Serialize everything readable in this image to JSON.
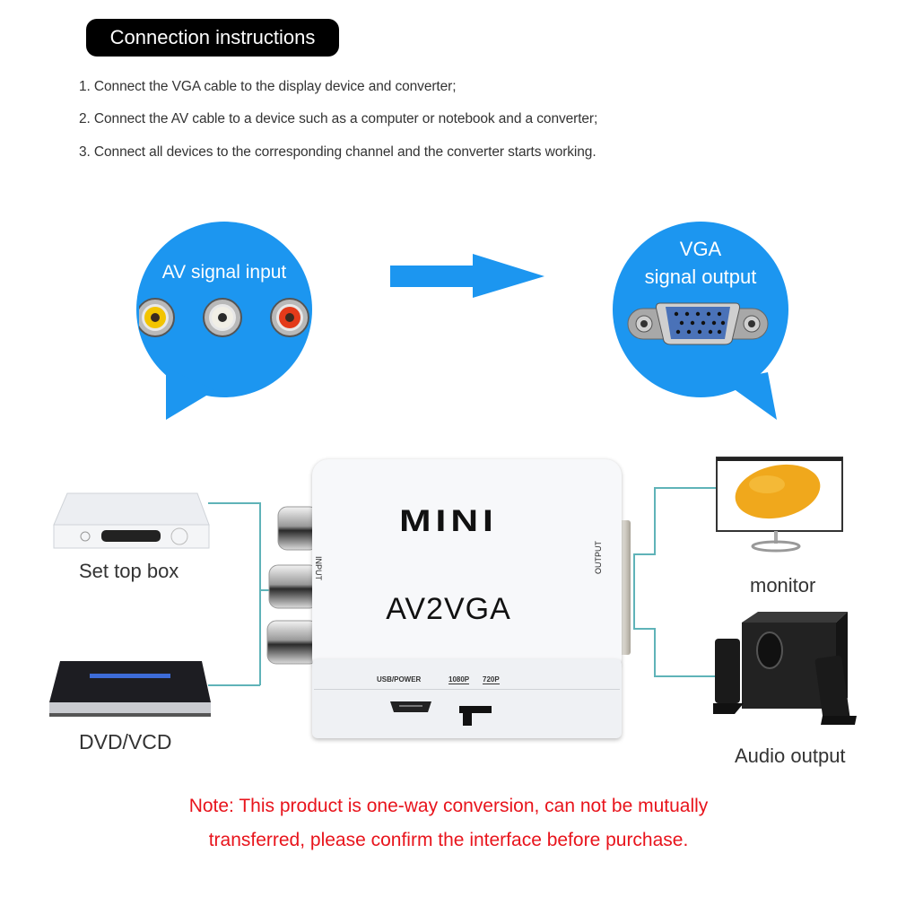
{
  "header": {
    "title": "Connection instructions"
  },
  "steps": [
    "1. Connect the VGA cable to the display device and converter;",
    "2. Connect the AV cable to a device such as a computer or notebook and a converter;",
    "3. Connect all devices to the corresponding channel and the converter starts working."
  ],
  "input_bubble": {
    "label": "AV signal input",
    "connectors": [
      "yellow",
      "white",
      "red"
    ]
  },
  "output_bubble": {
    "line1": "VGA",
    "line2": "signal output"
  },
  "device": {
    "brand": "MINI",
    "model": "AV2VGA",
    "left_label": "INPUT",
    "right_label": "OUTPUT",
    "port_label": "USB/POWER",
    "switch_left": "1080P",
    "switch_right": "720P"
  },
  "sources": [
    {
      "label": "Set top box"
    },
    {
      "label": "DVD/VCD"
    }
  ],
  "outputs": [
    {
      "label": "monitor"
    },
    {
      "label": "Audio output"
    }
  ],
  "note": {
    "line1": "Note: This product is one-way conversion, can not be mutually",
    "line2": "transferred, please confirm the interface before purchase."
  },
  "colors": {
    "bubble_blue": "#1c96f0",
    "wire": "#5fb3b8",
    "note_red": "#e8141c"
  }
}
